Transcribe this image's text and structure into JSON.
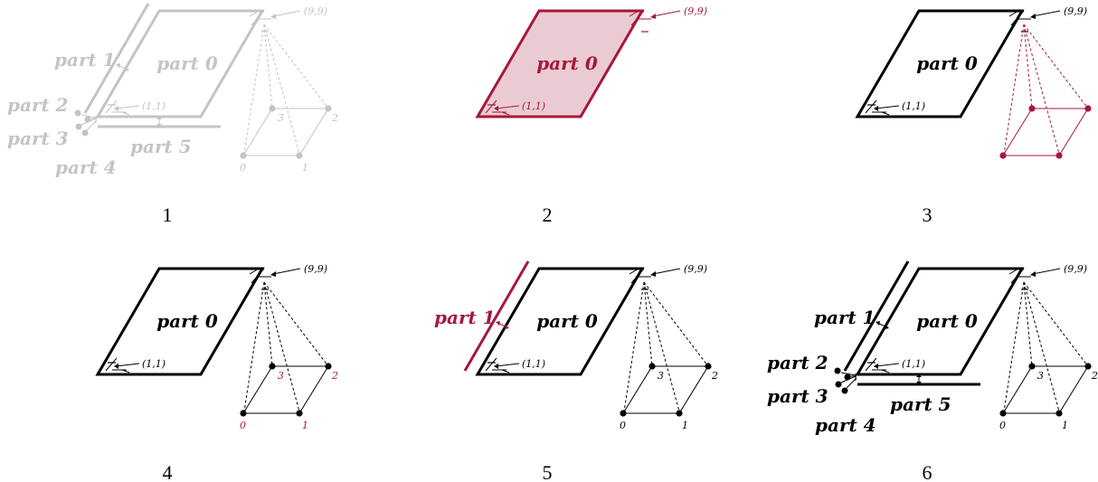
{
  "colors": {
    "faded": "#c4c4c4",
    "highlight": "#a5183a",
    "highlight_fill": "#ebcbd3",
    "normal": "#000000"
  },
  "labels": {
    "part0": "part 0",
    "part1": "part 1",
    "part2": "part 2",
    "part3": "part 3",
    "part4": "part 4",
    "part5": "part 5",
    "coord_lower": "(1,1)",
    "coord_upper": "(9,9)",
    "v0": "0",
    "v1": "1",
    "v2": "2",
    "v3": "3"
  },
  "panels": [
    {
      "number": "1",
      "mode": "faded",
      "show_parts": true,
      "show_cube": true,
      "highlight": "none"
    },
    {
      "number": "2",
      "mode": "normal",
      "show_parts": false,
      "show_cube": false,
      "highlight": "plane"
    },
    {
      "number": "3",
      "mode": "normal",
      "show_parts": false,
      "show_cube": true,
      "highlight": "cube"
    },
    {
      "number": "4",
      "mode": "normal",
      "show_parts": false,
      "show_cube": true,
      "highlight": "vertex_labels"
    },
    {
      "number": "5",
      "mode": "normal",
      "show_parts": false,
      "show_cube": true,
      "highlight": "part1"
    },
    {
      "number": "6",
      "mode": "normal",
      "show_parts": true,
      "show_cube": true,
      "highlight": "none"
    }
  ]
}
